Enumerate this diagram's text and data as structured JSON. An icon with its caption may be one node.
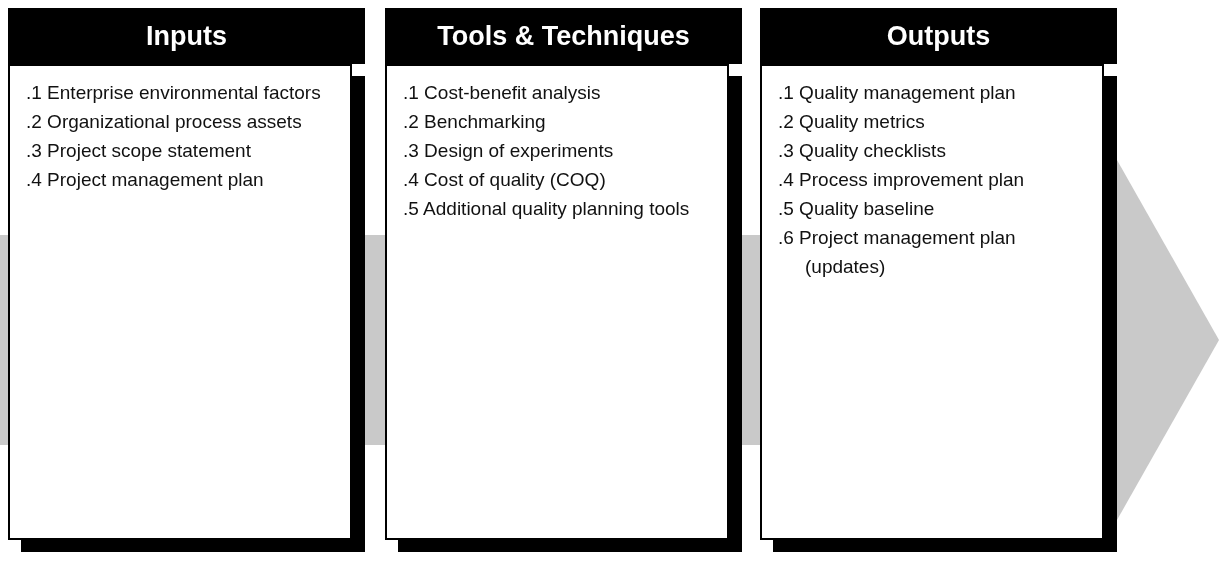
{
  "diagram": {
    "nodes": [
      {
        "text": [
          "Inputs",
          ".1 Enterprise environmental factors",
          ".2 Organizational process assets",
          ".3 Project scope statement",
          ".4 Project management plan"
        ]
      },
      {
        "text": [
          "Tools & Techniques",
          ".1 Cost-benefit analysis",
          ".2 Benchmarking",
          ".3 Design of experiments",
          ".4 Cost of quality (COQ)",
          ".5 Additional quality planning tools"
        ]
      },
      {
        "text": [
          "Outputs",
          ".1 Quality management plan",
          ".2 Quality metrics",
          ".3 Quality checklists",
          ".4 Process improvement plan",
          ".5 Quality baseline",
          ".6 Project management plan (updates)"
        ]
      }
    ],
    "edges": [
      {
        "from": null,
        "to": 0,
        "arrow": "none"
      },
      {
        "from": 0,
        "to": 1,
        "arrow": "none"
      },
      {
        "from": 1,
        "to": 2,
        "arrow": "none"
      },
      {
        "from": 2,
        "to": null,
        "arrow": "to"
      }
    ]
  }
}
